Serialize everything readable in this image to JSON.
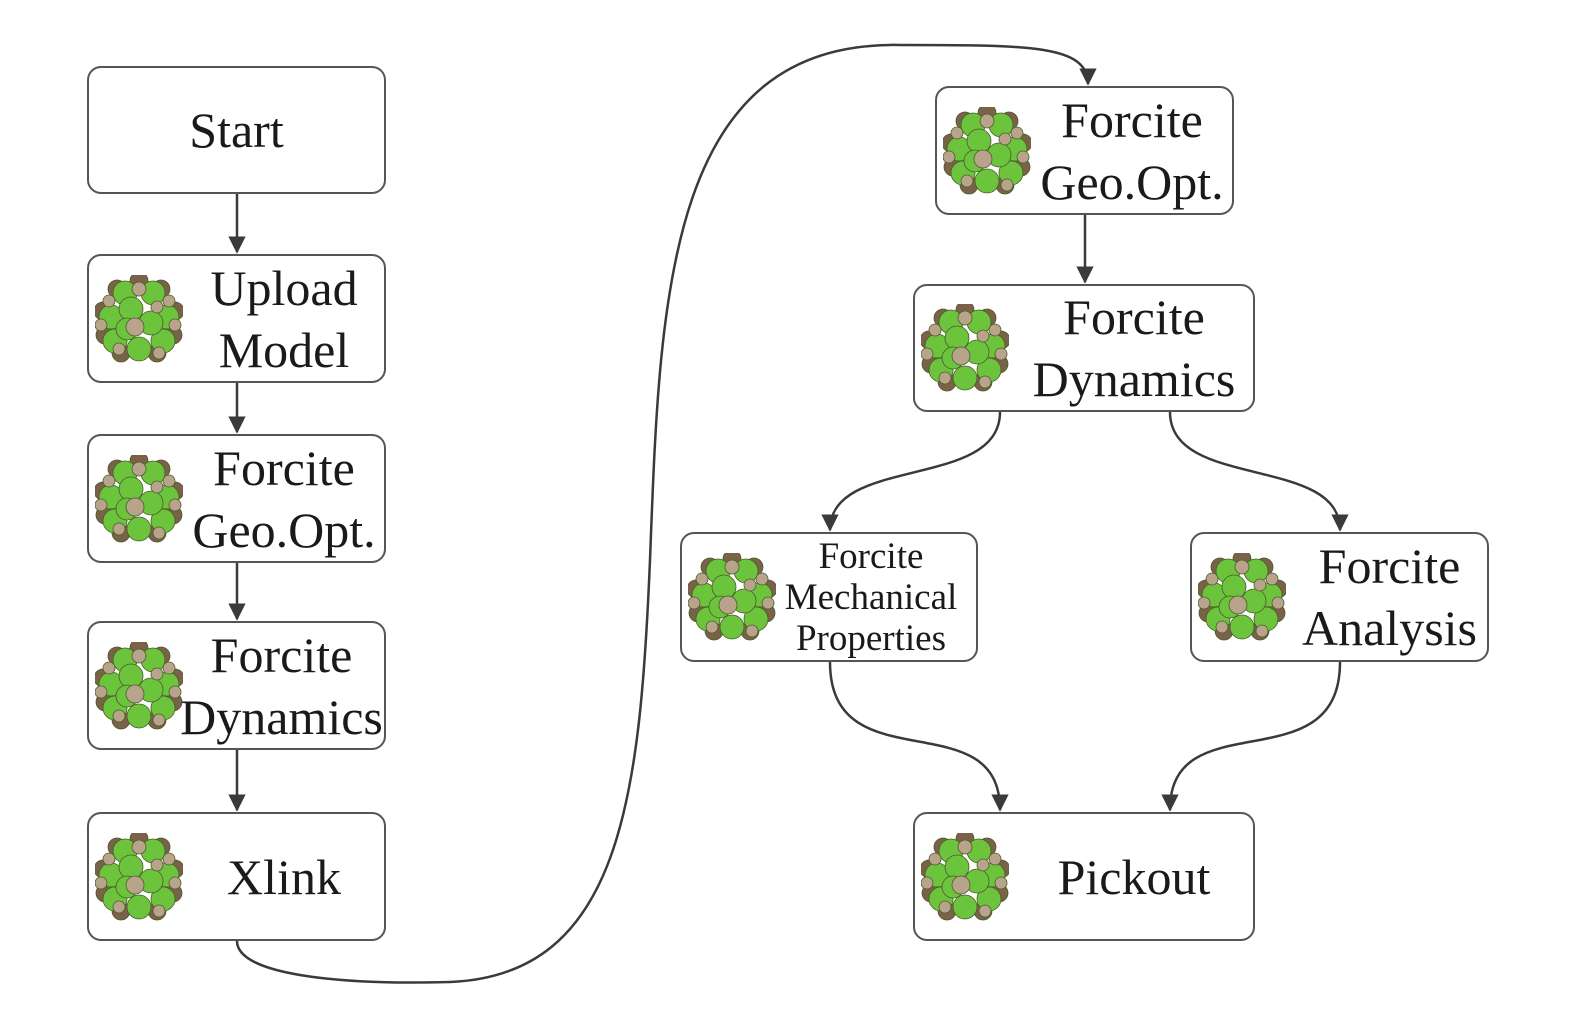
{
  "colors": {
    "box_border": "#555555",
    "connector": "#3a3a3a",
    "text": "#1a1a1a",
    "molecule_green": "#6cc43c",
    "molecule_tan": "#b8a48a",
    "molecule_brown": "#7a6248"
  },
  "icon": "molecule-cluster-icon",
  "nodes": {
    "start": {
      "lines": [
        "Start"
      ]
    },
    "upload_model": {
      "lines": [
        "Upload",
        "Model"
      ]
    },
    "geo_opt_left": {
      "lines": [
        "Forcite",
        "Geo.Opt."
      ]
    },
    "dynamics_left": {
      "lines": [
        "Forcite",
        "Dynamics"
      ]
    },
    "xlink": {
      "lines": [
        "Xlink"
      ]
    },
    "geo_opt_right": {
      "lines": [
        "Forcite",
        "Geo.Opt."
      ]
    },
    "dynamics_right": {
      "lines": [
        "Forcite",
        "Dynamics"
      ]
    },
    "mechanical": {
      "lines": [
        "Forcite",
        "Mechanical",
        "Properties"
      ]
    },
    "analysis": {
      "lines": [
        "Forcite",
        "Analysis"
      ]
    },
    "pickout": {
      "lines": [
        "Pickout"
      ]
    }
  }
}
